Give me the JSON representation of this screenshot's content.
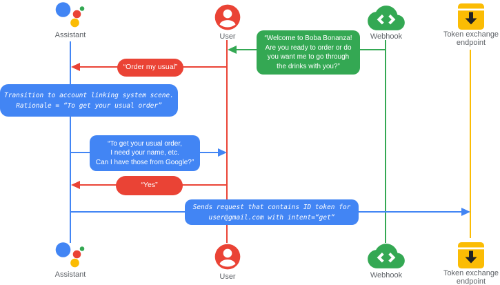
{
  "colors": {
    "blue": "#4285F4",
    "red": "#EA4335",
    "green": "#34A853",
    "yellow": "#FBBC04",
    "label_gray": "#5F6368"
  },
  "actors": [
    {
      "id": "assistant",
      "label": "Assistant",
      "icon": "google-assistant-icon",
      "lifeline_color": "#4285F4"
    },
    {
      "id": "user",
      "label": "User",
      "icon": "user-avatar-icon",
      "lifeline_color": "#EA4335"
    },
    {
      "id": "webhook",
      "label": "Webhook",
      "icon": "webhook-cloud-icon",
      "lifeline_color": "#34A853"
    },
    {
      "id": "token_endpoint",
      "label": "Token exchange endpoint",
      "icon": "token-exchange-icon",
      "lifeline_color": "#FBBC04"
    }
  ],
  "messages": {
    "welcome": {
      "type": "arrow",
      "from": "webhook",
      "to": "user",
      "color": "#34A853",
      "lines": [
        "“Welcome to Boba Bonanza!",
        "Are you ready to order or do",
        "you want me to go through",
        "the drinks with you?”"
      ]
    },
    "order_usual": {
      "type": "arrow",
      "from": "user",
      "to": "assistant",
      "color": "#EA4335",
      "text": "“Order my usual”"
    },
    "transition_note": {
      "type": "note",
      "on": "assistant",
      "color": "#4285F4",
      "lines": [
        "Transition to account linking system scene.",
        "Rationale = “To get your usual order”"
      ]
    },
    "ask_info": {
      "type": "arrow",
      "from": "assistant",
      "to": "user",
      "color": "#4285F4",
      "lines": [
        "“To get your usual order,",
        "I need your name, etc.",
        "Can I have those from Google?”"
      ]
    },
    "yes": {
      "type": "arrow",
      "from": "user",
      "to": "assistant",
      "color": "#EA4335",
      "text": "“Yes”"
    },
    "sends_request": {
      "type": "arrow",
      "from": "assistant",
      "to": "token_endpoint",
      "color": "#4285F4",
      "lines": [
        "Sends request that contains ID token for",
        "user@gmail.com with intent=“get”"
      ]
    }
  }
}
